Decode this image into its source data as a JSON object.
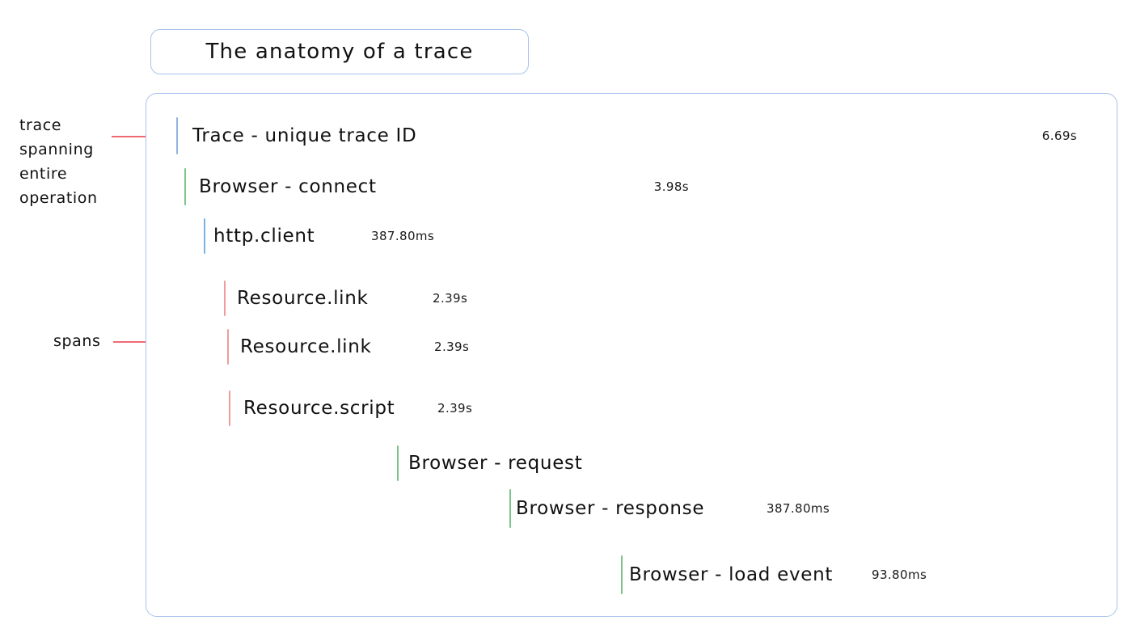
{
  "title": {
    "text": "The anatomy of a trace"
  },
  "annotations": [
    {
      "id": "trace",
      "text": "trace\nspanning\nentire\noperation"
    },
    {
      "id": "spans",
      "text": "spans"
    }
  ],
  "colors": {
    "container_border": "#a9c3ec",
    "annotation_line": "#f06a72",
    "trace_bar_fill": "#e2dff5",
    "trace_bar_border": "#93b3e0",
    "browser_bar_fill": "#dff2e2",
    "browser_bar_border": "#7cc489",
    "http_bar_fill": "#d9e8fa",
    "http_bar_border": "#7fb0e4",
    "resource_bar_fill": "#fcf3d6",
    "resource_bar_border": "#f09ba0"
  },
  "spans": [
    {
      "label": "Trace - unique trace ID",
      "duration": "6.69s",
      "color": "purple"
    },
    {
      "label": "Browser - connect",
      "duration": "3.98s",
      "color": "green"
    },
    {
      "label": "http.client",
      "duration": "387.80ms",
      "color": "blue"
    },
    {
      "label": "Resource.link",
      "duration": "2.39s",
      "color": "cream"
    },
    {
      "label": "Resource.link",
      "duration": "2.39s",
      "color": "cream"
    },
    {
      "label": "Resource.script",
      "duration": "2.39s",
      "color": "cream"
    },
    {
      "label": "Browser - request",
      "duration": "",
      "color": "green"
    },
    {
      "label": "Browser - response",
      "duration": "387.80ms",
      "color": "green"
    },
    {
      "label": "Browser - load event",
      "duration": "93.80ms",
      "color": "green"
    }
  ]
}
